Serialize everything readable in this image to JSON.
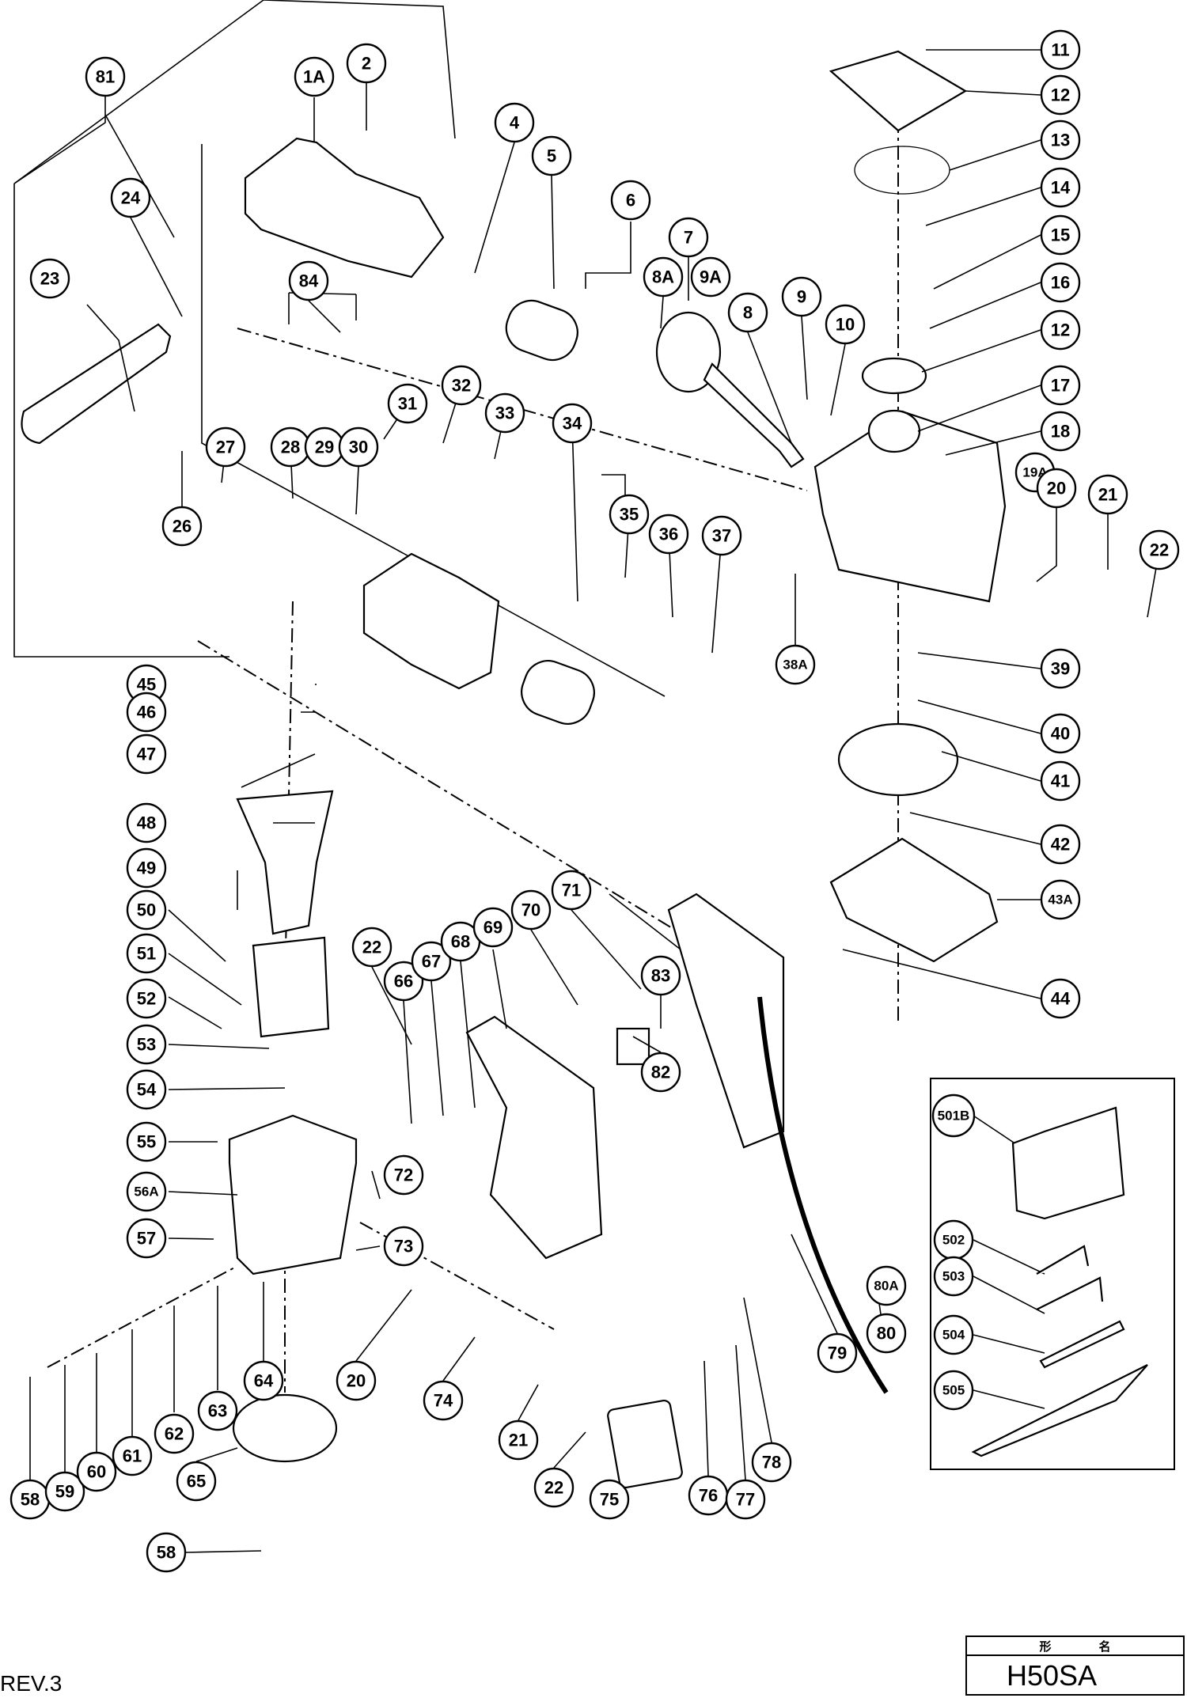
{
  "document": {
    "type": "exploded parts diagram",
    "revision": "REV.3",
    "title_block": {
      "header_label_1": "形",
      "header_label_2": "名",
      "model": "H50SA"
    }
  },
  "parts": [
    {
      "id": "81"
    },
    {
      "id": "1A"
    },
    {
      "id": "2"
    },
    {
      "id": "4"
    },
    {
      "id": "5"
    },
    {
      "id": "6"
    },
    {
      "id": "7"
    },
    {
      "id": "8A"
    },
    {
      "id": "9A"
    },
    {
      "id": "8"
    },
    {
      "id": "9"
    },
    {
      "id": "10"
    },
    {
      "id": "11"
    },
    {
      "id": "12"
    },
    {
      "id": "13"
    },
    {
      "id": "14"
    },
    {
      "id": "15"
    },
    {
      "id": "16"
    },
    {
      "id": "12"
    },
    {
      "id": "17"
    },
    {
      "id": "18"
    },
    {
      "id": "19A"
    },
    {
      "id": "20"
    },
    {
      "id": "21"
    },
    {
      "id": "22"
    },
    {
      "id": "23"
    },
    {
      "id": "24"
    },
    {
      "id": "26"
    },
    {
      "id": "27"
    },
    {
      "id": "84"
    },
    {
      "id": "28"
    },
    {
      "id": "29"
    },
    {
      "id": "30"
    },
    {
      "id": "31"
    },
    {
      "id": "32"
    },
    {
      "id": "33"
    },
    {
      "id": "34"
    },
    {
      "id": "35"
    },
    {
      "id": "36"
    },
    {
      "id": "37"
    },
    {
      "id": "38A"
    },
    {
      "id": "39"
    },
    {
      "id": "40"
    },
    {
      "id": "41"
    },
    {
      "id": "42"
    },
    {
      "id": "43A"
    },
    {
      "id": "44"
    },
    {
      "id": "45"
    },
    {
      "id": "46"
    },
    {
      "id": "47"
    },
    {
      "id": "48"
    },
    {
      "id": "49"
    },
    {
      "id": "50"
    },
    {
      "id": "51"
    },
    {
      "id": "52"
    },
    {
      "id": "53"
    },
    {
      "id": "54"
    },
    {
      "id": "55"
    },
    {
      "id": "56A"
    },
    {
      "id": "57"
    },
    {
      "id": "58"
    },
    {
      "id": "59"
    },
    {
      "id": "60"
    },
    {
      "id": "61"
    },
    {
      "id": "62"
    },
    {
      "id": "63"
    },
    {
      "id": "64"
    },
    {
      "id": "65"
    },
    {
      "id": "58"
    },
    {
      "id": "66"
    },
    {
      "id": "67"
    },
    {
      "id": "68"
    },
    {
      "id": "69"
    },
    {
      "id": "70"
    },
    {
      "id": "71"
    },
    {
      "id": "22"
    },
    {
      "id": "72"
    },
    {
      "id": "73"
    },
    {
      "id": "20"
    },
    {
      "id": "74"
    },
    {
      "id": "21"
    },
    {
      "id": "22"
    },
    {
      "id": "75"
    },
    {
      "id": "76"
    },
    {
      "id": "77"
    },
    {
      "id": "78"
    },
    {
      "id": "79"
    },
    {
      "id": "80A"
    },
    {
      "id": "80"
    },
    {
      "id": "82"
    },
    {
      "id": "83"
    }
  ],
  "accessories": [
    {
      "id": "501B"
    },
    {
      "id": "502"
    },
    {
      "id": "503"
    },
    {
      "id": "504"
    },
    {
      "id": "505"
    }
  ]
}
